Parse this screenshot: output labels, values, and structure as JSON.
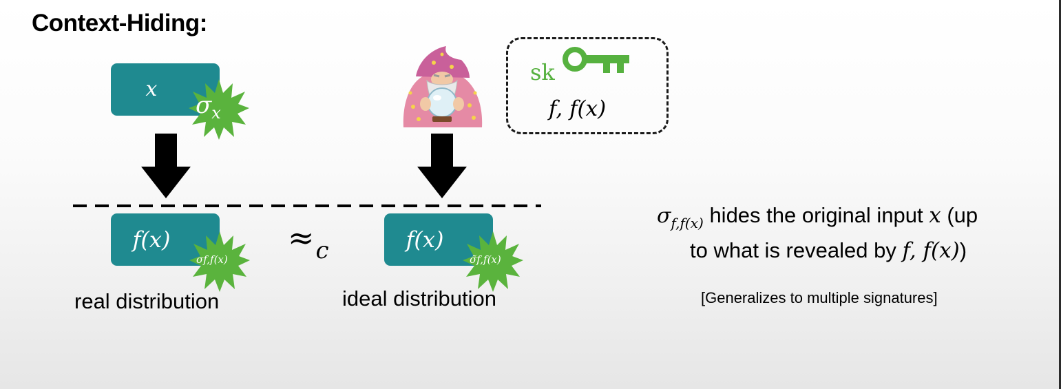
{
  "title": "Context-Hiding:",
  "real_side": {
    "input_box": "x",
    "input_signature": "σx",
    "output_box": "f(x)",
    "output_signature": "σf,f(x)",
    "label": "real distribution"
  },
  "approx_symbol": "≈",
  "approx_subscript": "c",
  "ideal_side": {
    "output_box": "f(x)",
    "output_signature": "σ̃f,f(x)",
    "label": "ideal distribution"
  },
  "simulator_knowledge": {
    "key_label": "sk",
    "info": "f, f(x)"
  },
  "explanation": {
    "symbol": "σ",
    "symbol_sub": "f,f(x)",
    "line1_text": " hides the original input ",
    "line1_var": "x",
    "line1_tail": " (up",
    "line2_text": "to what is revealed by ",
    "line2_math": "f, f(x)",
    "line2_tail": ")"
  },
  "note": "[Generalizes to multiple signatures]",
  "colors": {
    "box_teal": "#1f8a90",
    "seal_green": "#5ab33d",
    "key_green": "#56b13f"
  }
}
